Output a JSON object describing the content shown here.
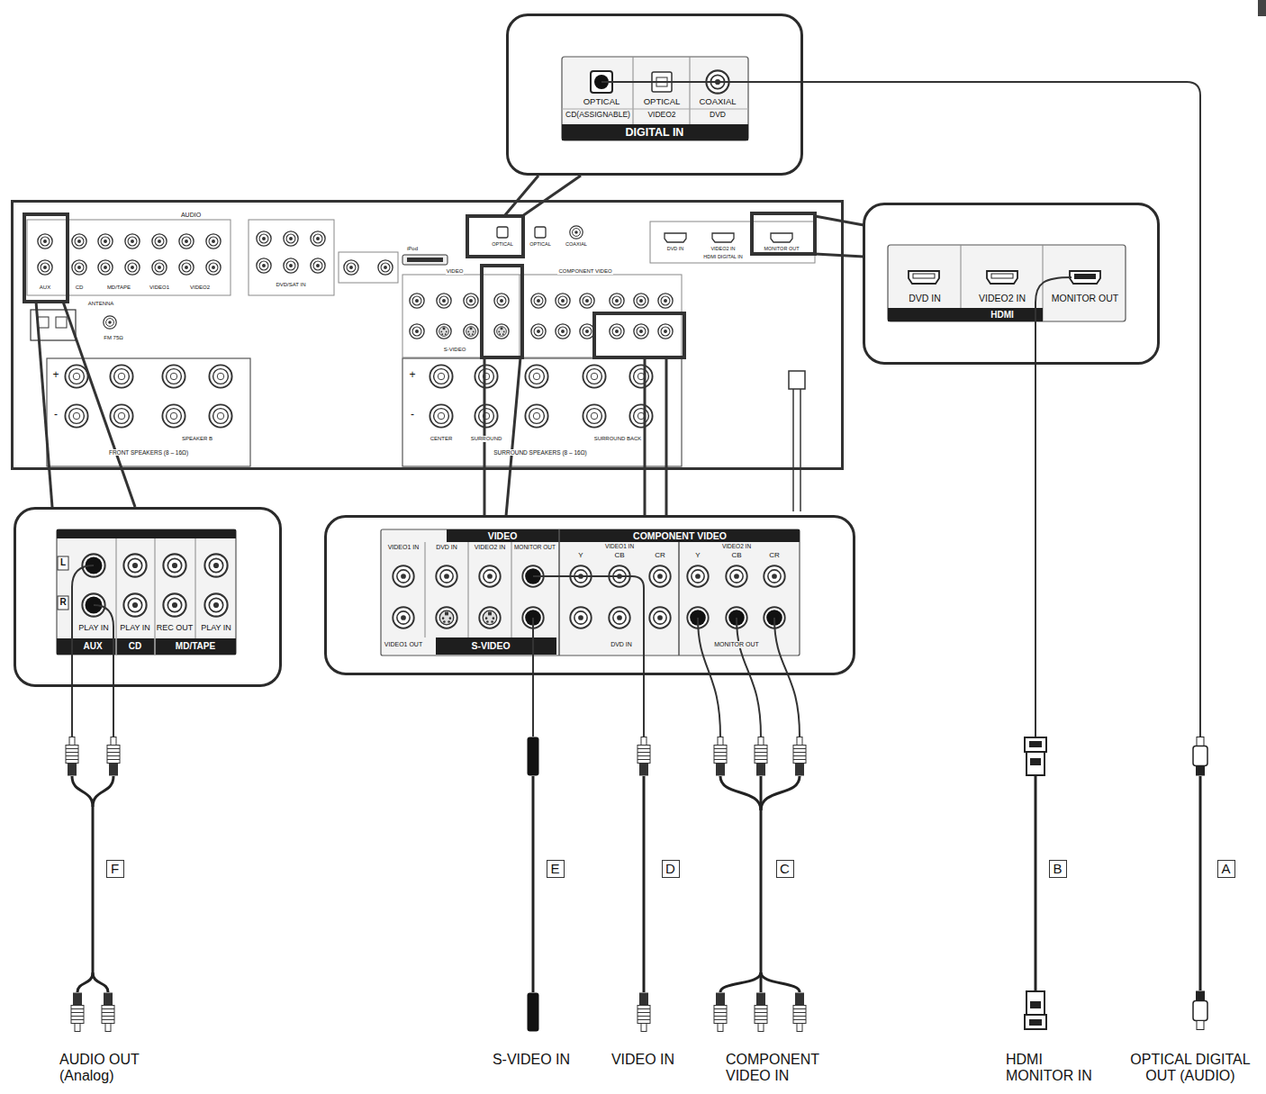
{
  "diagram": {
    "nodes": [
      {
        "text": [
          "OPTICAL",
          "OPTICAL",
          "COAXIAL",
          "CD(ASSIGNABLE)",
          "VIDEO2",
          "DVD",
          "DIGITAL IN"
        ]
      },
      {
        "text": [
          "AUDIO",
          "iPod",
          "OPTICAL",
          "OPTICAL",
          "COAXIAL",
          "DVD IN",
          "VIDEO2 IN",
          "MONITOR OUT",
          "HDMI DIGITAL IN",
          "VIDEO",
          "COMPONENT VIDEO",
          "AUX",
          "CD",
          "MD/TAPE",
          "VIDEO1",
          "VIDEO2",
          "DVD/SAT IN",
          "ANTENNA",
          "S-VIDEO",
          "FM 75Ω",
          "+",
          "-",
          "+",
          "-",
          "SPEAKER B",
          "CENTER",
          "SURROUND",
          "SURROUND BACK",
          "FRONT SPEAKERS (8 – 16Ω)",
          "SURROUND SPEAKERS (8 – 16Ω)"
        ]
      },
      {
        "text": [
          "DVD IN",
          "VIDEO2 IN",
          "MONITOR OUT",
          "HDMI"
        ]
      },
      {
        "text": [
          "L",
          "R",
          "PLAY IN",
          "PLAY IN",
          "REC OUT",
          "PLAY IN",
          "AUX",
          "CD",
          "MD/TAPE"
        ]
      },
      {
        "text": [
          "VIDEO",
          "COMPONENT VIDEO",
          "VIDEO1 IN",
          "DVD IN",
          "VIDEO2 IN",
          "MONITOR OUT",
          "Y",
          "VIDEO1 IN",
          "CB",
          "CR",
          "Y",
          "VIDEO2 IN",
          "CB",
          "CR",
          "VIDEO1 OUT",
          "S-VIDEO",
          "DVD IN",
          "MONITOR OUT"
        ]
      },
      {
        "text": [
          "F"
        ]
      },
      {
        "text": [
          "E"
        ]
      },
      {
        "text": [
          "D"
        ]
      },
      {
        "text": [
          "C"
        ]
      },
      {
        "text": [
          "B"
        ]
      },
      {
        "text": [
          "A"
        ]
      }
    ],
    "labels": [
      "AUDIO OUT (Analog)",
      "S-VIDEO IN",
      "VIDEO IN",
      "COMPONENT VIDEO IN",
      "HDMI MONITOR IN",
      "OPTICAL DIGITAL OUT (AUDIO)"
    ]
  }
}
